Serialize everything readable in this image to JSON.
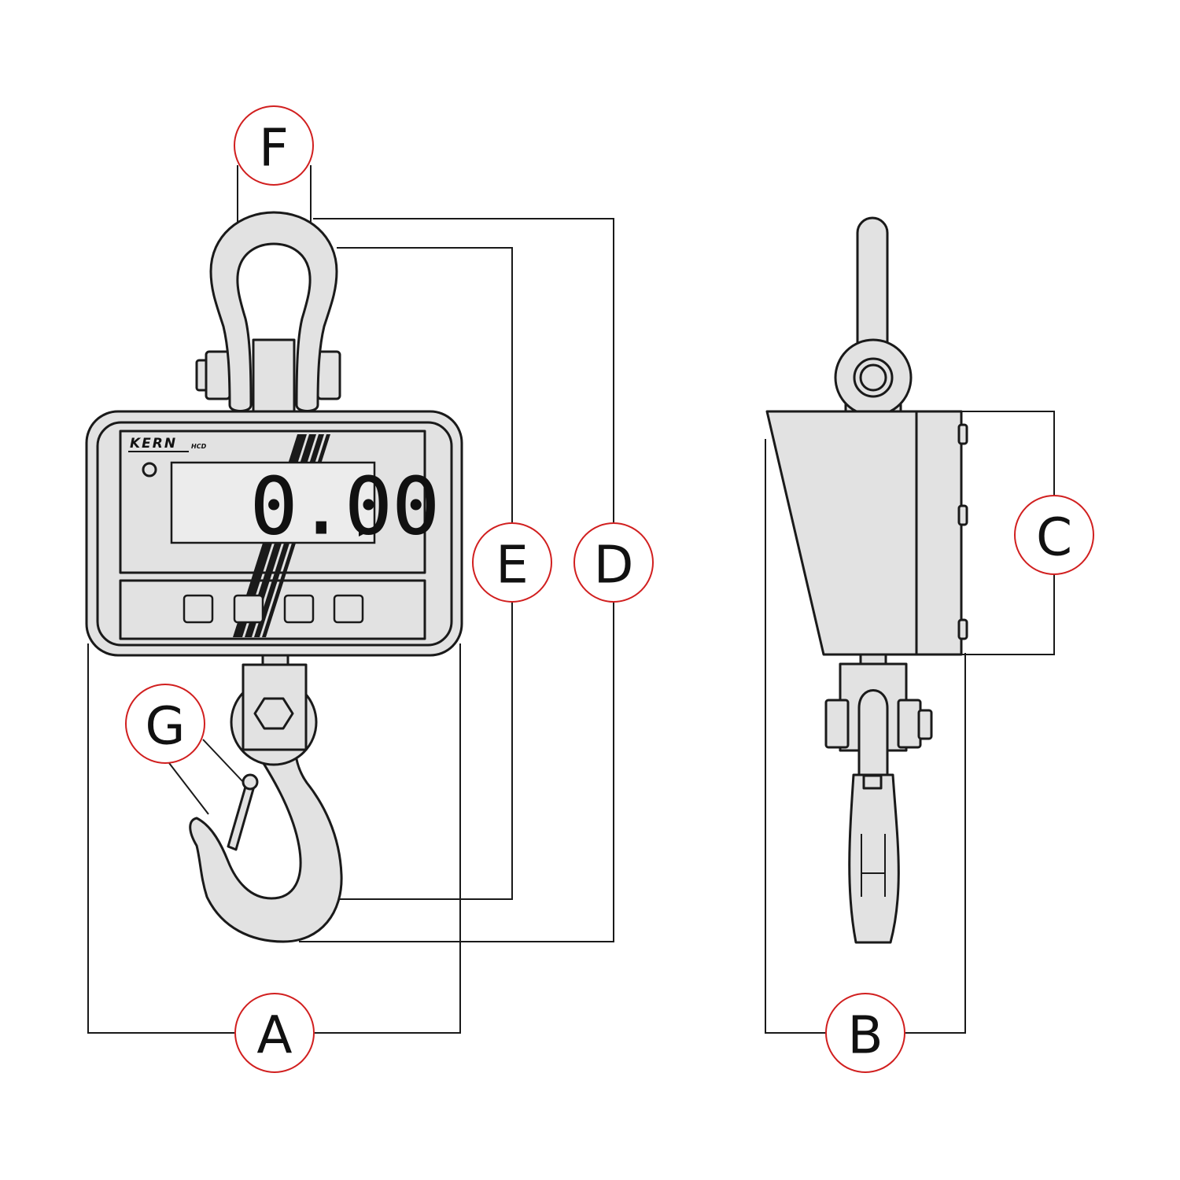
{
  "display": {
    "brand": "KERN",
    "model": "HCD",
    "reading": "0.00"
  },
  "callouts": {
    "a": "A",
    "b": "B",
    "c": "C",
    "d": "D",
    "e": "E",
    "f": "F",
    "g": "G"
  },
  "colors": {
    "callout_stroke": "#d11f1f",
    "body_fill": "#e2e2e2",
    "outline": "#1a1a1a",
    "background": "#ffffff"
  }
}
